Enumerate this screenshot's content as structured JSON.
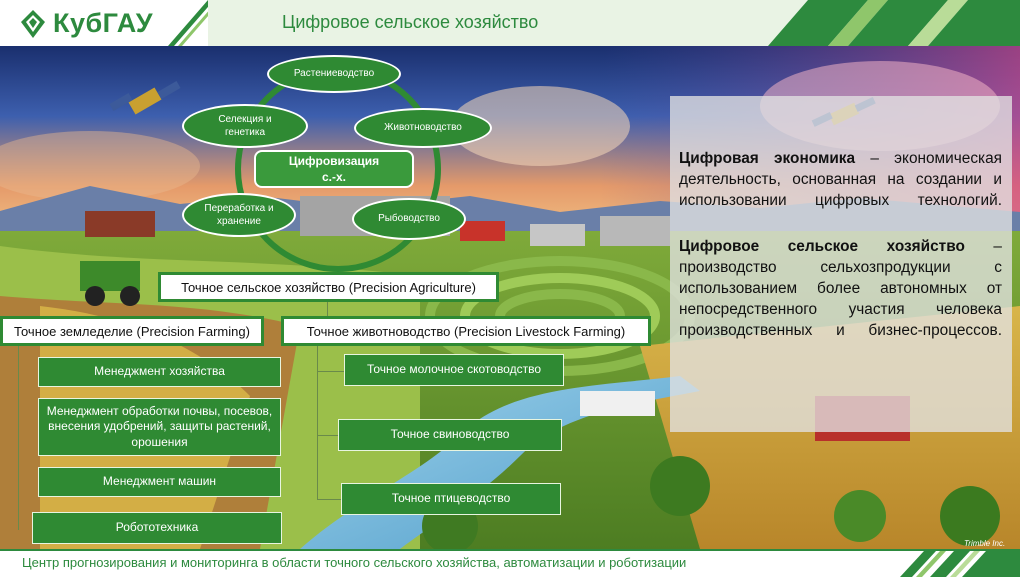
{
  "header": {
    "logo_text": "КубГАУ",
    "title": "Цифровое сельское хозяйство"
  },
  "cycle": {
    "center": "Цифровизация с.-х.",
    "items": [
      "Растениеводство",
      "Животноводство",
      "Рыбоводство",
      "Переработка и хранение",
      "Селекция и генетика"
    ]
  },
  "tree": {
    "root": "Точное сельское хозяйство (Precision Agriculture)",
    "farming": {
      "title": "Точное земледелие (Precision Farming)",
      "items": [
        "Менеджмент хозяйства",
        "Менеджмент обработки почвы, посевов, внесения удобрений, защиты растений, орошения",
        "Менеджмент машин",
        "Робототехника"
      ]
    },
    "livestock": {
      "title": "Точное животноводство (Precision Livestock Farming)",
      "items": [
        "Точное молочное скотоводство",
        "Точное свиноводство",
        "Точное птицеводство"
      ]
    }
  },
  "definitions": {
    "digital_economy_term": "Цифровая экономика",
    "digital_economy_text": " – экономическая деятельность, основанная на создании и использовании цифровых технологий.",
    "digital_agri_term": "Цифровое сельское хозяйство",
    "digital_agri_text": " – производство сельхозпродукции с использованием более автономных от непосредственного участия человека производственных и бизнес-процессов."
  },
  "image_credit": "Trimble Inc.",
  "footer": {
    "text": "Центр прогнозирования и мониторинга в области точного сельского хозяйства, автоматизации и роботизации"
  },
  "colors": {
    "brand_green": "#2d8a3e",
    "box_green": "#2f8a33"
  }
}
